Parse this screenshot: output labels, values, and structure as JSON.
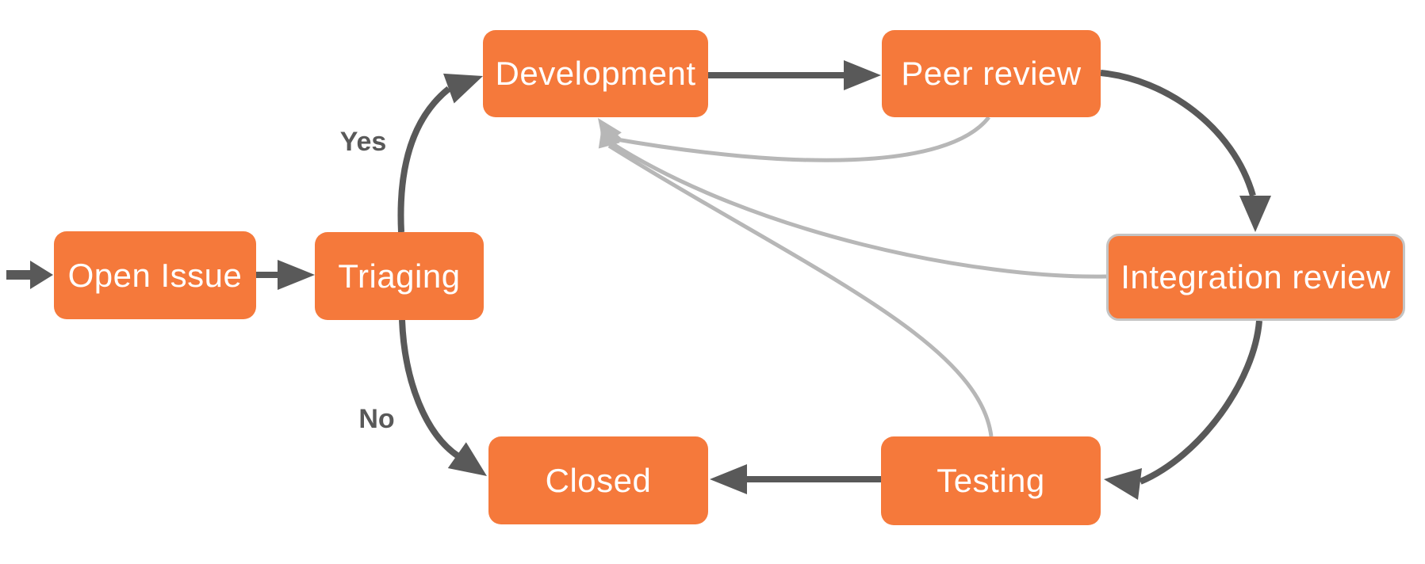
{
  "diagram": {
    "nodes": [
      {
        "id": "open-issue",
        "label": "Open Issue"
      },
      {
        "id": "triaging",
        "label": "Triaging"
      },
      {
        "id": "development",
        "label": "Development"
      },
      {
        "id": "peer-review",
        "label": "Peer review"
      },
      {
        "id": "integration-review",
        "label": "Integration review"
      },
      {
        "id": "testing",
        "label": "Testing"
      },
      {
        "id": "closed",
        "label": "Closed"
      }
    ],
    "edge_labels": [
      {
        "id": "yes",
        "text": "Yes"
      },
      {
        "id": "no",
        "text": "No"
      }
    ],
    "edges": [
      {
        "from": "start",
        "to": "open-issue",
        "type": "dark"
      },
      {
        "from": "open-issue",
        "to": "triaging",
        "type": "dark"
      },
      {
        "from": "triaging",
        "to": "development",
        "type": "dark",
        "label": "Yes"
      },
      {
        "from": "development",
        "to": "peer-review",
        "type": "dark"
      },
      {
        "from": "peer-review",
        "to": "integration-review",
        "type": "dark"
      },
      {
        "from": "integration-review",
        "to": "testing",
        "type": "dark"
      },
      {
        "from": "testing",
        "to": "closed",
        "type": "dark"
      },
      {
        "from": "triaging",
        "to": "closed",
        "type": "dark",
        "label": "No"
      },
      {
        "from": "peer-review",
        "to": "development",
        "type": "feedback"
      },
      {
        "from": "integration-review",
        "to": "development",
        "type": "feedback"
      },
      {
        "from": "testing",
        "to": "development",
        "type": "feedback"
      }
    ],
    "colors": {
      "node_fill": "#f5793b",
      "node_text": "#ffffff",
      "edge_dark": "#595959",
      "edge_feedback": "#b7b7b7",
      "integration_border": "#c4c4c4",
      "label_text": "#595959"
    }
  }
}
